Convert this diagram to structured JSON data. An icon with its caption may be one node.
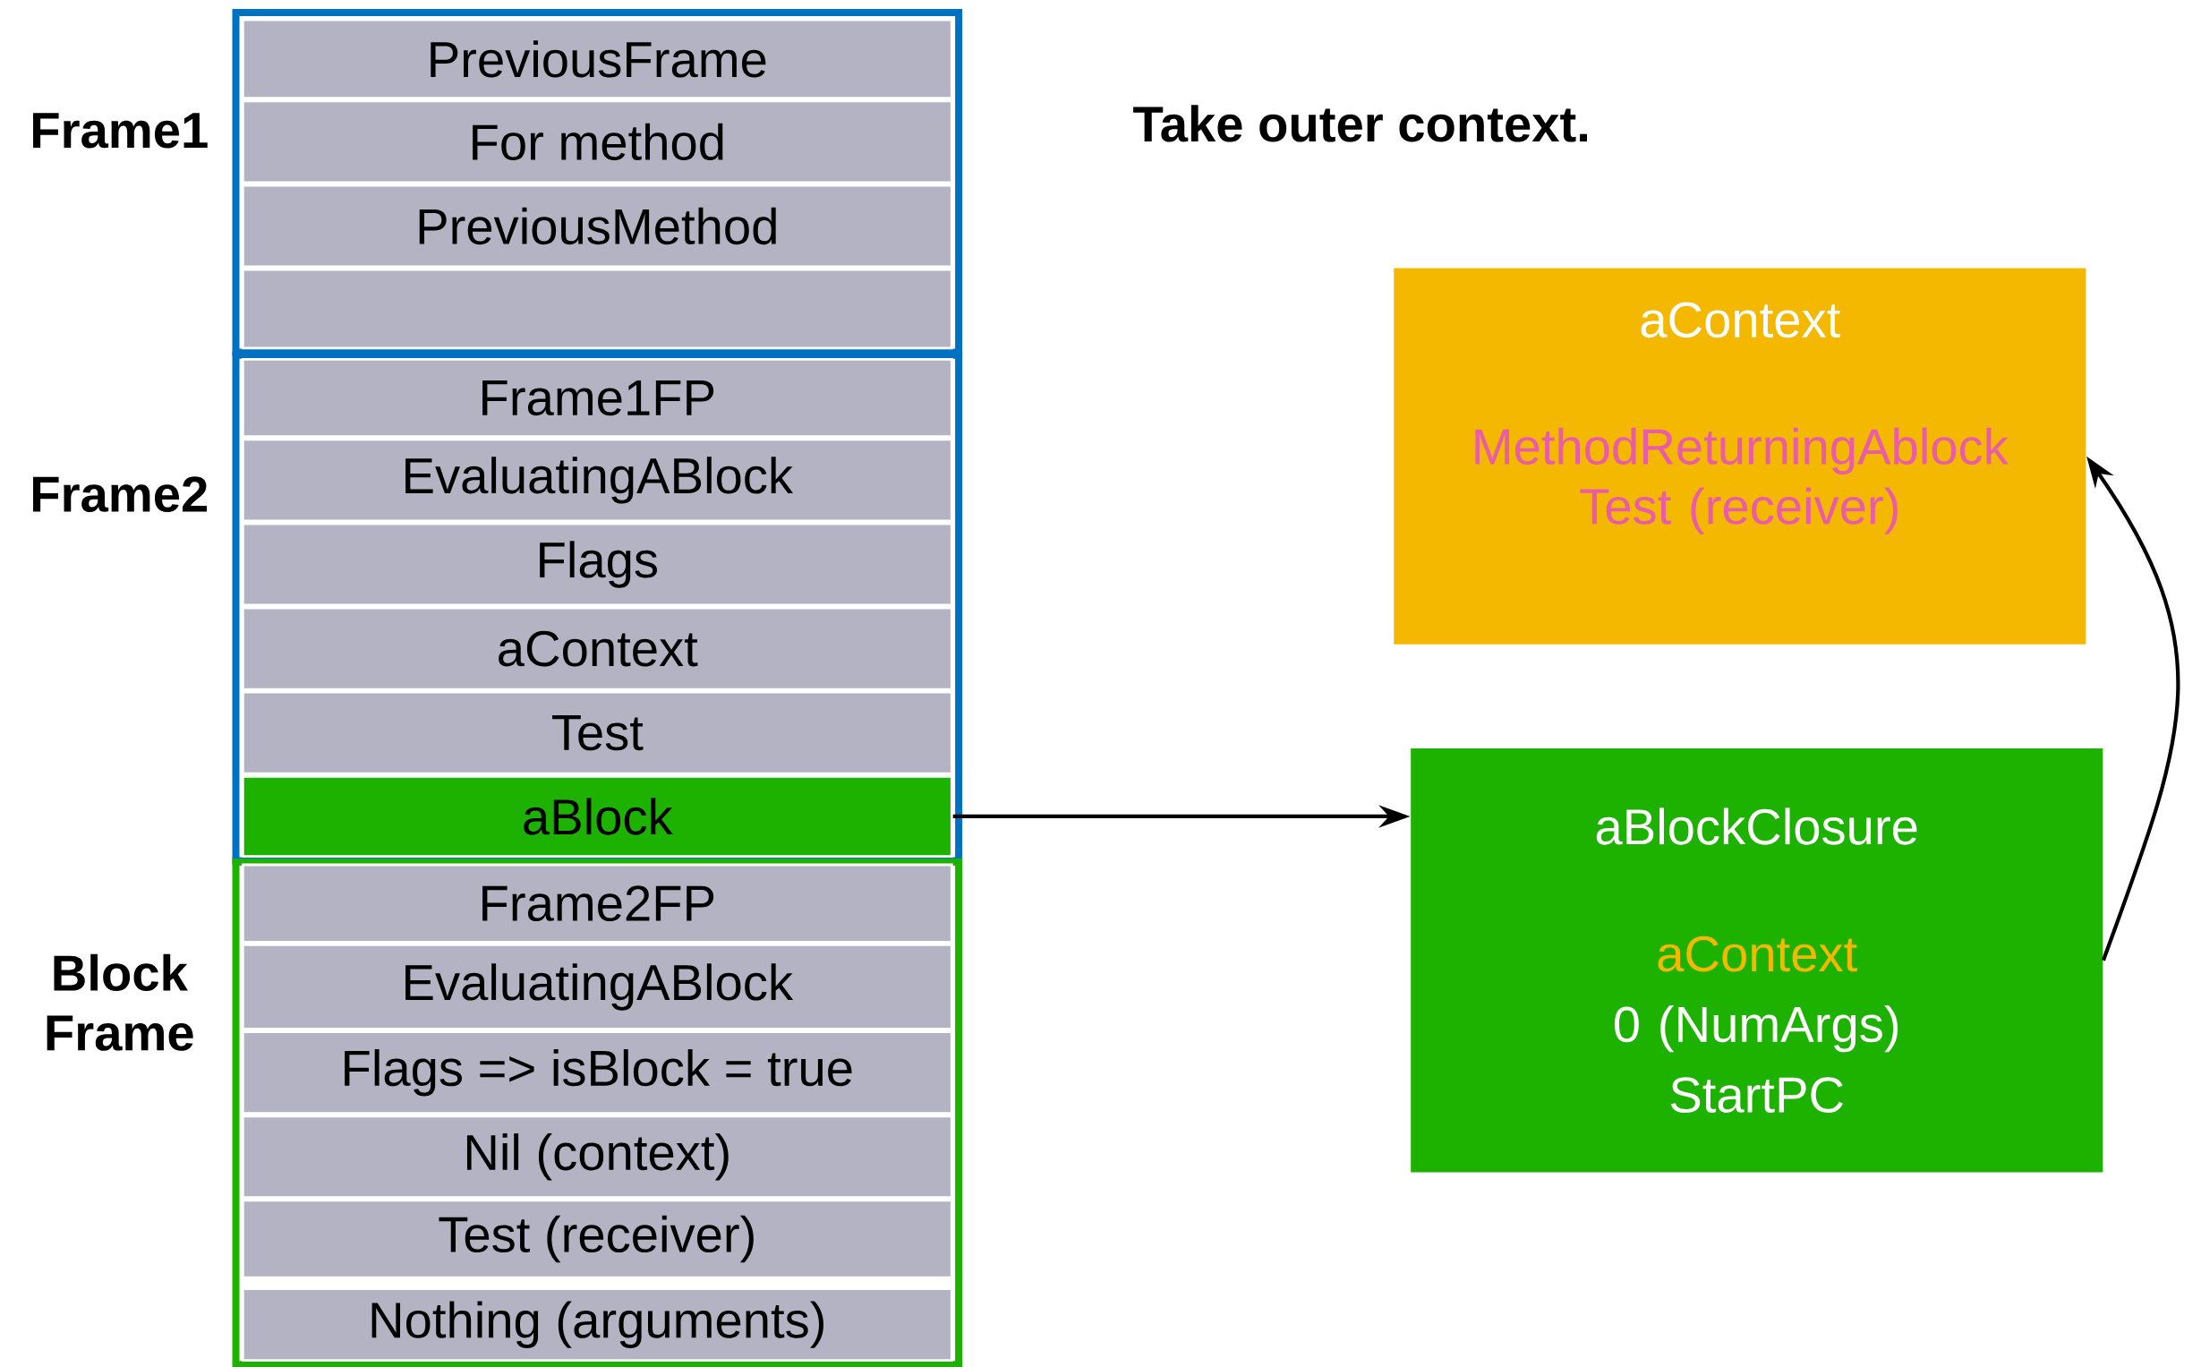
{
  "diagram": {
    "title": "Take outer context.",
    "nodes": [
      {
        "text": [
          "Frame1"
        ]
      },
      {
        "text": [
          "PreviousFrame"
        ],
        "in": 0
      },
      {
        "text": [
          "For method"
        ],
        "in": 0
      },
      {
        "text": [
          "PreviousMethod"
        ],
        "in": 0
      },
      {
        "text": [],
        "shape": "box",
        "in": 0
      },
      {
        "text": [
          "Frame2"
        ]
      },
      {
        "text": [
          "Frame1FP"
        ],
        "in": 5
      },
      {
        "text": [
          "EvaluatingABlock"
        ],
        "in": 5
      },
      {
        "text": [
          "Flags"
        ],
        "in": 5
      },
      {
        "text": [
          "aContext"
        ],
        "in": 5
      },
      {
        "text": [
          "Test"
        ],
        "in": 5
      },
      {
        "text": [
          "aBlock"
        ],
        "in": 5
      },
      {
        "text": [
          "Block Frame"
        ]
      },
      {
        "text": [
          "Frame2FP"
        ],
        "in": 12
      },
      {
        "text": [
          "EvaluatingABlock"
        ],
        "in": 12
      },
      {
        "text": [
          "Flags => isBlock = true"
        ],
        "in": 12
      },
      {
        "text": [
          "Nil (context)"
        ],
        "in": 12
      },
      {
        "text": [
          "Test (receiver)"
        ],
        "in": 12
      },
      {
        "text": [
          "Nothing (arguments)"
        ],
        "in": 12
      },
      {
        "text": [
          "aContext",
          "MethodReturningAblock Test (receiver)"
        ]
      },
      {
        "text": [
          "aBlockClosure",
          "aContext",
          "0 (NumArgs)",
          "StartPC"
        ]
      }
    ],
    "edges": [
      {
        "from": 11,
        "to": 20,
        "arrow": "to"
      },
      {
        "from": 20,
        "to": 19,
        "arrow": "to"
      }
    ]
  }
}
